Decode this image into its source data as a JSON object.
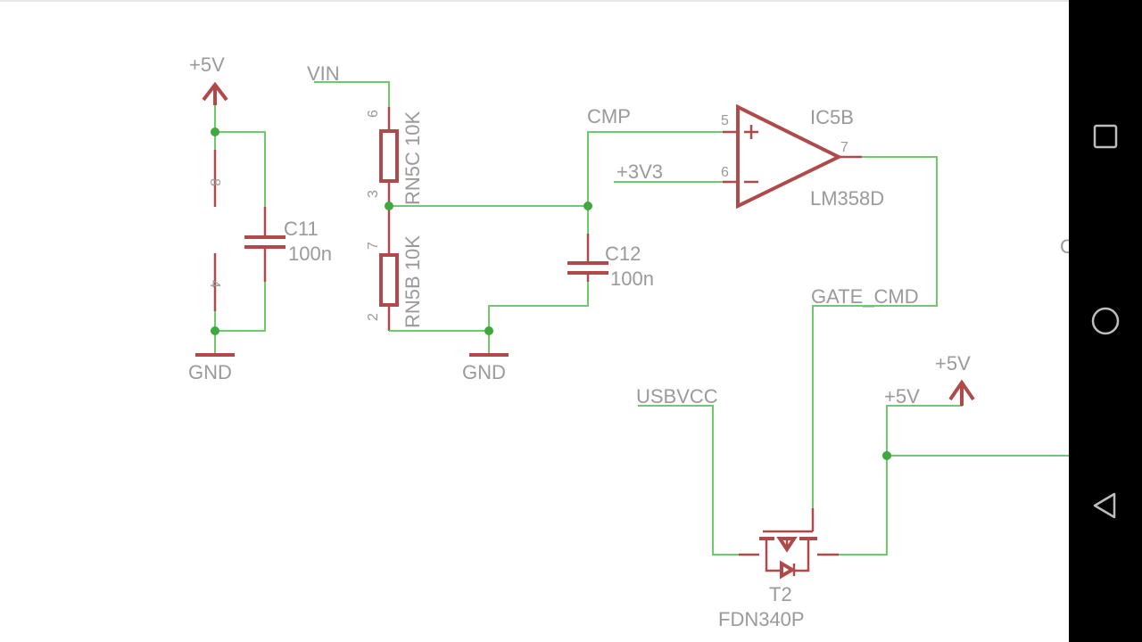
{
  "labels": {
    "plus5v_left": "+5V",
    "gnd_left": "GND",
    "pin_8": "8",
    "pin_4": "4",
    "c11_name": "C11",
    "c11_value": "100n",
    "vin": "VIN",
    "rn5c_pin_6": "6",
    "rn5c_label": "RN5C  10K",
    "rn5c_pin_3": "3",
    "rn5b_pin_7": "7",
    "rn5b_label": "RN5B  10K",
    "rn5b_pin_2": "2",
    "gnd_mid": "GND",
    "cmp": "CMP",
    "c12_name": "C12",
    "c12_value": "100n",
    "opamp_pin_5": "5",
    "opamp_pin_6": "6",
    "opamp_pin_7": "7",
    "plus3v3": "+3V3",
    "ic5b": "IC5B",
    "lm358d": "LM358D",
    "gate_cmd": "GATE_CMD",
    "usbvcc": "USBVCC",
    "plus5v_right_symbol": "+5V",
    "plus5v_right_net": "+5V",
    "t2": "T2",
    "fdn340p": "FDN340P",
    "cut_label": "C"
  },
  "colors": {
    "wire": "#6ccc6c",
    "junction": "#3fa83f",
    "symbol": "#b04a4a",
    "text": "#9a9a9a",
    "navbar": "#000000"
  },
  "navbar": {
    "buttons": [
      "recents-square-icon",
      "home-circle-icon",
      "back-triangle-icon"
    ]
  }
}
